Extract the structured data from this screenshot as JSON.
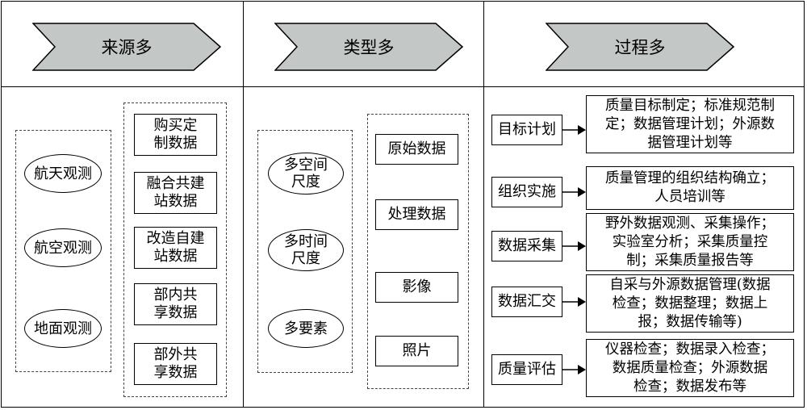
{
  "columns": [
    {
      "title": "来源多"
    },
    {
      "title": "类型多"
    },
    {
      "title": "过程多"
    }
  ],
  "sources": {
    "observations": [
      "航天观测",
      "航空观测",
      "地面观测"
    ],
    "data_channels": [
      "购买定\n制数据",
      "融合共建\n站数据",
      "改造自建\n站数据",
      "部内共\n享数据",
      "部外共\n享数据"
    ]
  },
  "types": {
    "dimensions": [
      "多空间\n尺度",
      "多时间\n尺度",
      "多要素"
    ],
    "data_kinds": [
      "原始数据",
      "处理数据",
      "影像",
      "照片"
    ]
  },
  "process": {
    "steps": [
      {
        "label": "目标计划",
        "detail": "质量目标制定；标准规范制\n定；数据管理计划；外源数\n据管理计划等"
      },
      {
        "label": "组织实施",
        "detail": "质量管理的组织结构确立；\n人员培训等"
      },
      {
        "label": "数据采集",
        "detail": "野外数据观测、采集操作；\n实验室分析；采集质量控\n制；采集质量报告等"
      },
      {
        "label": "数据汇交",
        "detail": "自采与外源数据管理(数据\n检查；数据整理；数据上\n报；数据传输等)"
      },
      {
        "label": "质量评估",
        "detail": "仪器检查；数据录入检查；\n数据质量检查；外源数据\n检查；数据发布等"
      }
    ]
  },
  "colors": {
    "chevron_fill": "#c3c8c6",
    "border": "#000000",
    "dashed": "#444444"
  }
}
